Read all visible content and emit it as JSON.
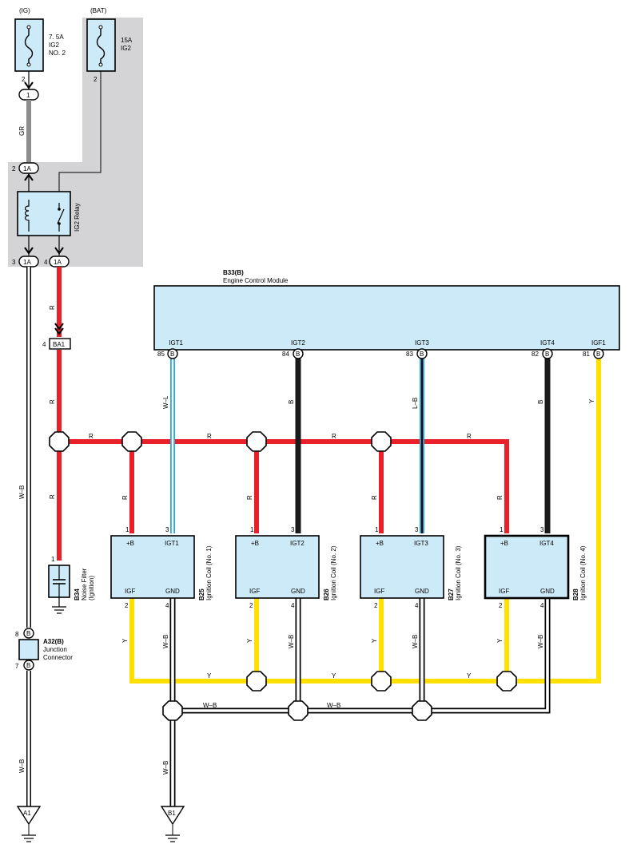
{
  "power": {
    "ig_label": "(IG)",
    "bat_label": "(BAT)",
    "fuse1": {
      "rating": "7. 5A",
      "name": "IG2",
      "sub": "NO. 2",
      "pin": "2"
    },
    "fuse2": {
      "rating": "15A",
      "name": "IG2",
      "pin": "2"
    },
    "conn1": "1",
    "gr_wire": "GR",
    "relay": {
      "name": "IG2 Relay",
      "top_pin": "2",
      "top_conn": "1A",
      "pin3": "3",
      "pin4": "4",
      "conn": "1A"
    }
  },
  "ecm": {
    "id": "B33(B)",
    "name": "Engine Control Module",
    "terminals": [
      {
        "label": "IGT1",
        "pin": "85",
        "code": "B",
        "wire": "W–L"
      },
      {
        "label": "IGT2",
        "pin": "84",
        "code": "B",
        "wire": "B"
      },
      {
        "label": "IGT3",
        "pin": "83",
        "code": "B",
        "wire": "L–B"
      },
      {
        "label": "IGT4",
        "pin": "82",
        "code": "B",
        "wire": "B"
      },
      {
        "label": "IGF1",
        "pin": "81",
        "code": "B",
        "wire": "Y"
      }
    ]
  },
  "ba1": {
    "pin": "4",
    "label": "BA1"
  },
  "wire_labels": {
    "r": "R",
    "wb": "W–B",
    "y": "Y"
  },
  "noise_filter": {
    "pin": "1",
    "id": "B34",
    "name": "Noise Filter",
    "sub": "(Ignition)"
  },
  "junction": {
    "id": "A32(B)",
    "name": "Junction",
    "name2": "Connector",
    "pin_top": "8",
    "pin_bot": "7",
    "code": "B"
  },
  "coils": [
    {
      "id": "B25",
      "name": "Ignition Coil (No. 1)",
      "plus": "+B",
      "igt": "IGT1",
      "igf": "IGF",
      "gnd": "GND",
      "p1": "1",
      "p3": "3",
      "p2": "2",
      "p4": "4"
    },
    {
      "id": "B26",
      "name": "Ignition Coil (No. 2)",
      "plus": "+B",
      "igt": "IGT2",
      "igf": "IGF",
      "gnd": "GND",
      "p1": "1",
      "p3": "3",
      "p2": "2",
      "p4": "4"
    },
    {
      "id": "B27",
      "name": "Ignition Coil (No. 3)",
      "plus": "+B",
      "igt": "IGT3",
      "igf": "IGF",
      "gnd": "GND",
      "p1": "1",
      "p3": "3",
      "p2": "2",
      "p4": "4"
    },
    {
      "id": "B28",
      "name": "Ignition Coil (No. 4)",
      "plus": "+B",
      "igt": "IGT4",
      "igf": "IGF",
      "gnd": "GND",
      "p1": "1",
      "p3": "3",
      "p2": "2",
      "p4": "4"
    }
  ],
  "grounds": {
    "a1": "A1",
    "b1": "B1"
  },
  "colors": {
    "red": "#e8202a",
    "yellow": "#ffe000",
    "black": "#1a1a1a",
    "gray": "#8c8c8c",
    "blue": "#2aa8e0",
    "shade": "#d4d4d6",
    "box": "#cdeaf8"
  }
}
